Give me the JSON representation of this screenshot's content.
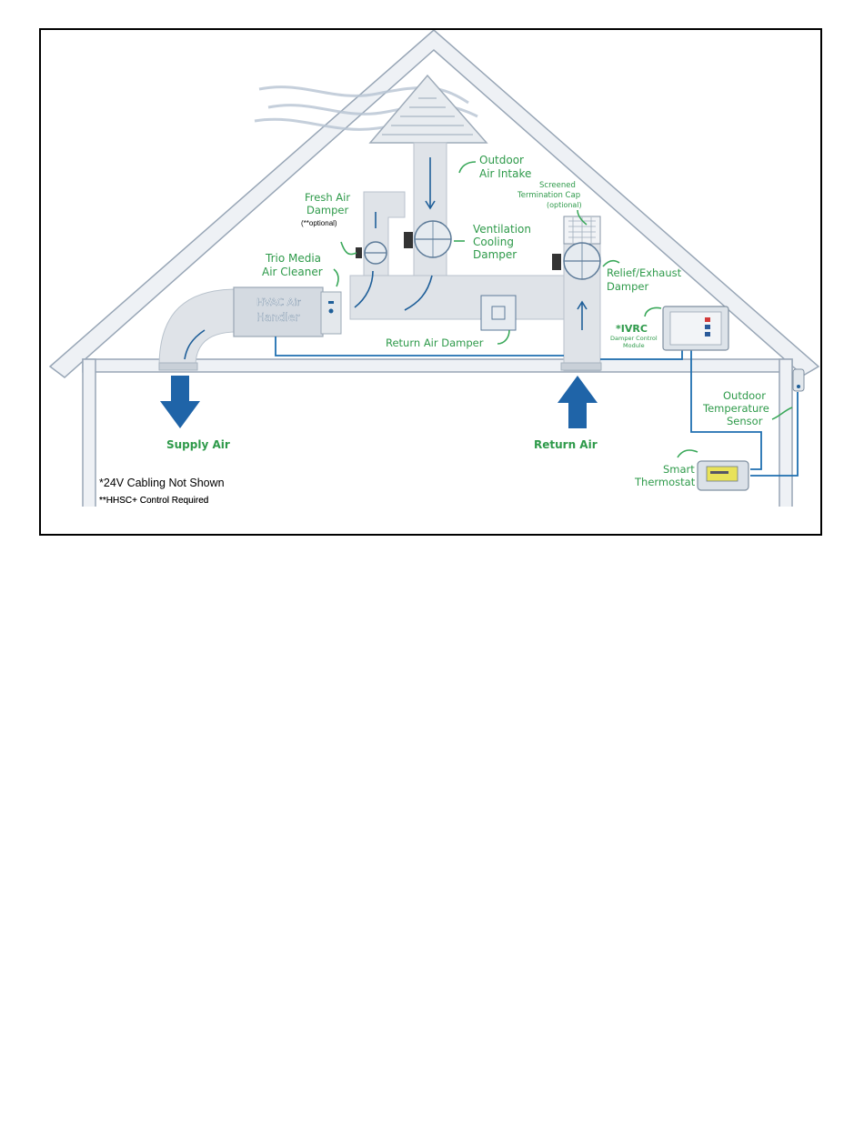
{
  "colors": {
    "label_green": "#2e9a4a",
    "label_blue": "#2a5a86",
    "duct_gray": "#dfe3e8",
    "arrow_blue": "#1f5f99",
    "wire_blue": "#1f6fb0"
  },
  "labels": {
    "outdoor_air_intake": [
      "Outdoor",
      "Air Intake"
    ],
    "screened_cap": [
      "Screened",
      "Termination Cap",
      "(optional)"
    ],
    "fresh_air_damper": [
      "Fresh Air",
      "Damper",
      "(**optional)"
    ],
    "ventilation_cooling_damper": [
      "Ventilation",
      "Cooling",
      "Damper"
    ],
    "trio_media": [
      "Trio Media",
      "Air Cleaner"
    ],
    "hvac_air_handler": [
      "HVAC Air",
      "Handler"
    ],
    "relief_exhaust_damper": [
      "Relief/Exhaust",
      "Damper"
    ],
    "ivrc": [
      "*IVRC",
      "Damper Control",
      "Module"
    ],
    "return_air_damper": "Return Air Damper",
    "outdoor_temp_sensor": [
      "Outdoor",
      "Temperature",
      "Sensor"
    ],
    "supply_air": "Supply Air",
    "return_air": "Return Air",
    "smart_thermostat": [
      "Smart",
      "Thermostat"
    ]
  },
  "notes": {
    "cabling": "*24V Cabling Not Shown",
    "hhsc": "**HHSC+ Control Required"
  }
}
